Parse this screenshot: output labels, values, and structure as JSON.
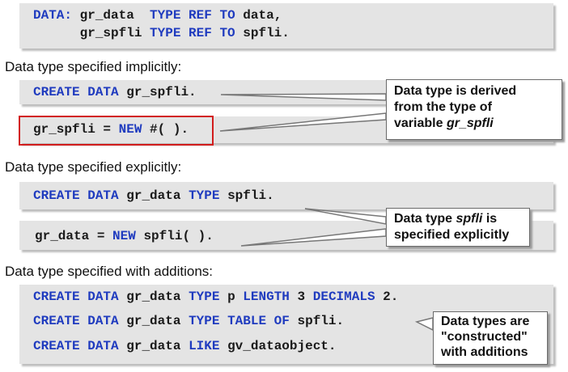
{
  "declaration": {
    "line1": {
      "kw": "DATA:",
      "var": "gr_data",
      "kw2": "TYPE REF TO",
      "tail": "data,"
    },
    "line2": {
      "var": "gr_spfli",
      "kw2": "TYPE REF TO",
      "tail": "spfli."
    }
  },
  "implicit": {
    "heading": "Data type specified implicitly:",
    "stmt1": {
      "kw": "CREATE DATA",
      "tail": "gr_spfli."
    },
    "stmt2": {
      "head": "gr_spfli =",
      "kw": "NEW",
      "tail": "#( )."
    },
    "callout": {
      "line1": "Data type is derived",
      "line2": "from the type of",
      "line3_prefix": "variable",
      "line3_var": "gr_spfli"
    }
  },
  "explicit": {
    "heading": "Data type specified explicitly:",
    "stmt1": {
      "kw": "CREATE DATA",
      "var": "gr_data",
      "kw2": "TYPE",
      "tail": "spfli."
    },
    "stmt2": {
      "head": "gr_data =",
      "kw": "NEW",
      "tail": "spfli( )."
    },
    "callout": {
      "line1_prefix": "Data type",
      "line1_var": "spfli",
      "line1_suffix": "is",
      "line2": "specified explicitly"
    }
  },
  "additions": {
    "heading": "Data type specified with additions:",
    "stmt1": {
      "kw": "CREATE DATA",
      "var": "gr_data",
      "kw2": "TYPE",
      "mid": "p",
      "kw3": "LENGTH",
      "n1": "3",
      "kw4": "DECIMALS",
      "n2": "2."
    },
    "stmt2": {
      "kw": "CREATE DATA",
      "var": "gr_data",
      "kw2": "TYPE TABLE OF",
      "tail": "spfli."
    },
    "stmt3": {
      "kw": "CREATE DATA",
      "var": "gr_data",
      "kw2": "LIKE",
      "tail": "gv_dataobject."
    },
    "callout": {
      "line1": "Data types are",
      "line2": "\"constructed\"",
      "line3": "with additions"
    }
  },
  "colors": {
    "keyword": "#1f3bbf",
    "code_bg": "#e4e4e4",
    "highlight": "#d21d1d"
  }
}
